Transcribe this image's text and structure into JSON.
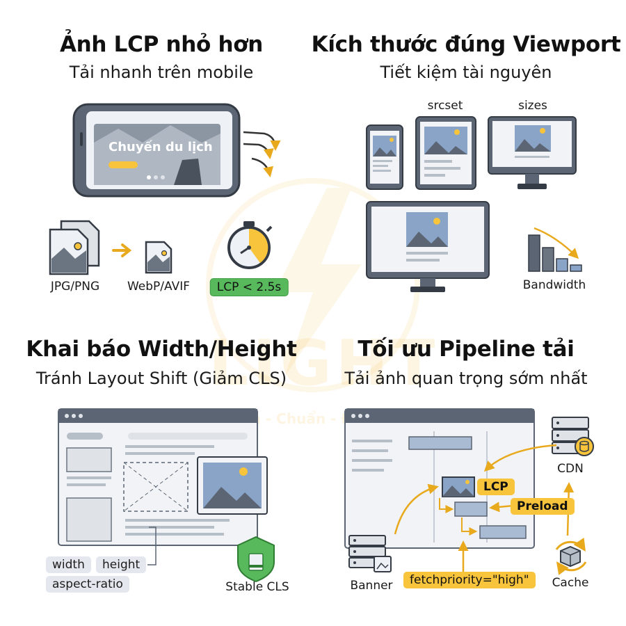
{
  "watermark": {
    "brand": "LIGHT",
    "tagline": "Nhanh - Chuẩn - Đẹp"
  },
  "colors": {
    "accent_yellow": "#f7c43c",
    "success_green": "#58b95c",
    "slate": "#4b5563",
    "light_fill": "#f1f3f6"
  },
  "quadrants": {
    "lcp": {
      "title": "Ảnh LCP nhỏ hơn",
      "subtitle": "Tải nhanh trên mobile",
      "banner_text": "Chuyến du lịch",
      "format_from": "JPG/PNG",
      "format_to": "WebP/AVIF",
      "metric": "LCP < 2.5s"
    },
    "viewport": {
      "title": "Kích thước đúng Viewport",
      "subtitle": "Tiết kiệm tài nguyên",
      "srcset_label": "srcset",
      "sizes_label": "sizes",
      "bandwidth_label": "Bandwidth"
    },
    "dimensions": {
      "title": "Khai báo Width/Height",
      "subtitle": "Tránh Layout Shift (Giảm CLS)",
      "attr_width": "width",
      "attr_height": "height",
      "attr_aspect": "aspect-ratio",
      "stable_label": "Stable CLS"
    },
    "pipeline": {
      "title": "Tối ưu Pipeline tải",
      "subtitle": "Tải ảnh quan trọng sớm nhất",
      "lcp_tag": "LCP",
      "preload_tag": "Preload",
      "cdn_label": "CDN",
      "cache_label": "Cache",
      "banner_label": "Banner",
      "fetch_attr": "fetchpriority=\"high\""
    }
  }
}
